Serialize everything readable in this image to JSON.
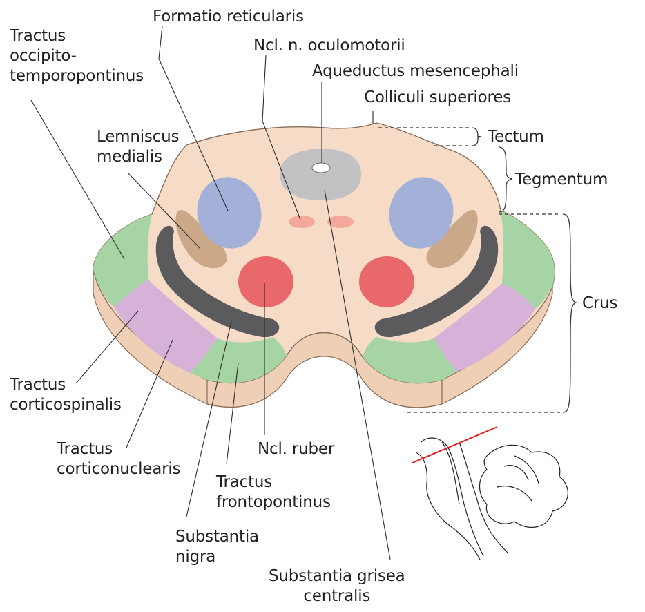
{
  "labels": {
    "formatio_reticularis": "Formatio reticularis",
    "ncl_oculomotorii": "Ncl. n. oculomotorii",
    "aqueductus": "Aqueductus mesencephali",
    "colliculi": "Colliculi superiores",
    "tectum": "Tectum",
    "tegmentum": "Tegmentum",
    "crus": "Crus",
    "tractus_occipito": [
      "Tractus",
      "occipito-",
      "temporopontinus"
    ],
    "lemniscus_medialis": [
      "Lemniscus",
      "medialis"
    ],
    "tractus_corticospinalis": [
      "Tractus",
      "corticospinalis"
    ],
    "tractus_corticonuclearis": [
      "Tractus",
      "corticonuclearis"
    ],
    "ncl_ruber": "Ncl. ruber",
    "tractus_frontopontinus": [
      "Tractus",
      "frontopontinus"
    ],
    "substantia_nigra": [
      "Substantia",
      "nigra"
    ],
    "substantia_grisea": [
      "Substantia grisea",
      "centralis"
    ]
  },
  "colors": {
    "tissue": "#f6dcc6",
    "tissue_edge": "#eac6aa",
    "outline": "#8a6e5a",
    "reticular": "#a3b0d8",
    "lemniscus": "#cba888",
    "ruber": "#e9686b",
    "nigra": "#5b5b5d",
    "pontine_tracts": "#a7d4a4",
    "cortical_tracts": "#d6b2d8",
    "central_grey": "#c2c2c4",
    "oculomotor": "#f2a99b",
    "leader": "#2a2a2a",
    "section_line": "#e02020"
  }
}
